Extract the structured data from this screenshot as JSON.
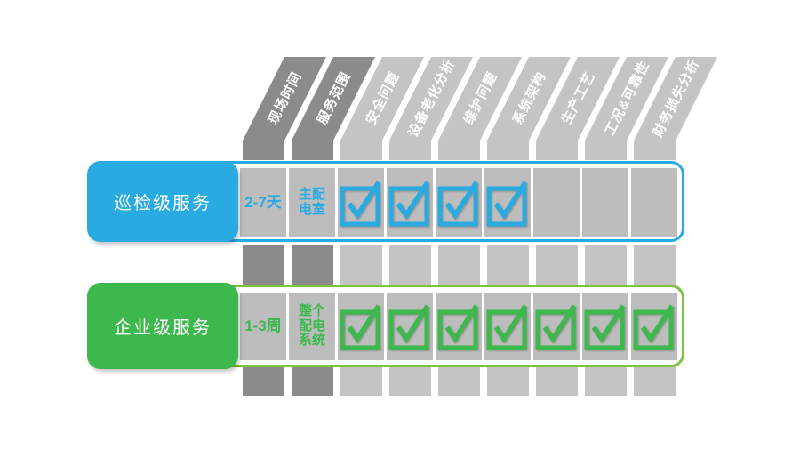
{
  "columns": [
    {
      "label": "现场时间",
      "shade": "dark"
    },
    {
      "label": "服务范围",
      "shade": "dark"
    },
    {
      "label": "安全问题",
      "shade": "light"
    },
    {
      "label": "设备老化分析",
      "shade": "light"
    },
    {
      "label": "维护问题",
      "shade": "light"
    },
    {
      "label": "系统架构",
      "shade": "light"
    },
    {
      "label": "生产工艺",
      "shade": "light"
    },
    {
      "label": "工况&可靠性",
      "shade": "light"
    },
    {
      "label": "财务损失分析",
      "shade": "light"
    }
  ],
  "rows": [
    {
      "id": "inspection",
      "label": "巡检级服务",
      "onsite_time": "2-7天",
      "service_scope": "主配\n电室",
      "checks": [
        true,
        true,
        true,
        true,
        false,
        false,
        false
      ],
      "accent": "#29ABE2",
      "outline": "#29ABE2"
    },
    {
      "id": "enterprise",
      "label": "企业级服务",
      "onsite_time": "1-3周",
      "service_scope": "整个\n配电\n系统",
      "checks": [
        true,
        true,
        true,
        true,
        true,
        true,
        true
      ],
      "accent": "#3CB84C",
      "outline": "#7DC242"
    }
  ],
  "colors": {
    "dark_gray": "#8B8B8B",
    "light_gray": "#C4C4C4",
    "cell_gray": "#BDBDBD",
    "header_text": "#FFFFFF"
  }
}
